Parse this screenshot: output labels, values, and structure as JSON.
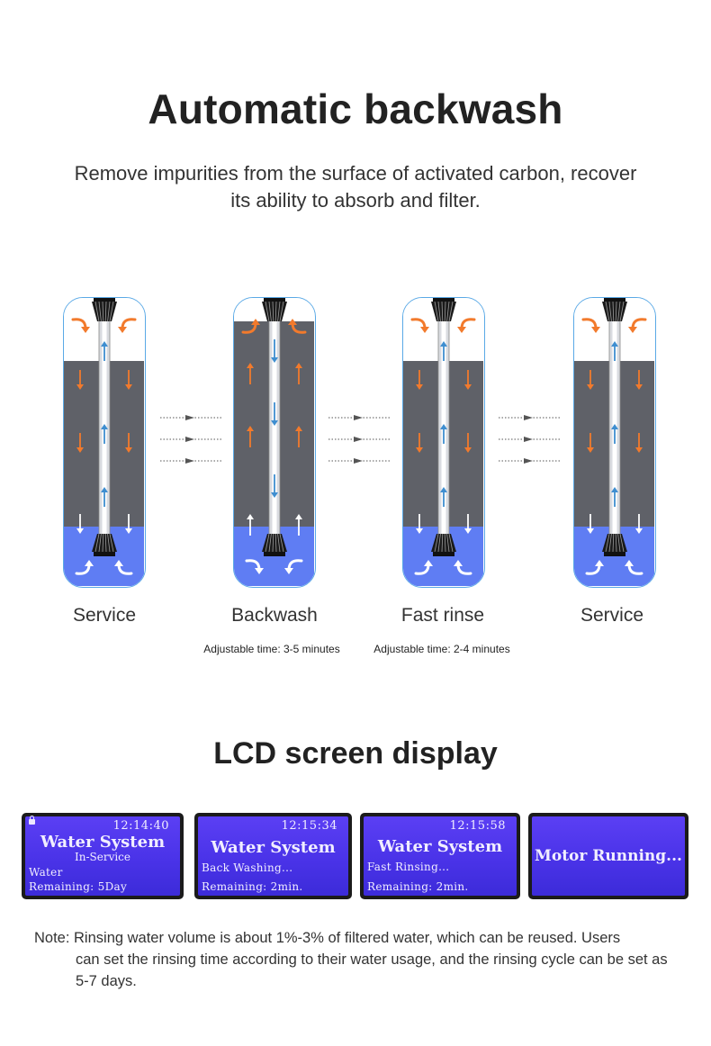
{
  "header": {
    "title": "Automatic backwash",
    "subtitle_line1": "Remove impurities from the surface of activated carbon, recover",
    "subtitle_line2": "its ability to absorb and filter."
  },
  "stages": [
    {
      "label": "Service",
      "mode": "service",
      "adjustable": ""
    },
    {
      "label": "Backwash",
      "mode": "backwash",
      "adjustable": "Adjustable time: 3-5 minutes"
    },
    {
      "label": "Fast rinse",
      "mode": "rinse",
      "adjustable": "Adjustable time: 2-4 minutes"
    },
    {
      "label": "Service",
      "mode": "service",
      "adjustable": ""
    }
  ],
  "colors": {
    "tank_border": "#5aa9e6",
    "carbon": "#5f6168",
    "water": "#5f7df3",
    "orange_arrow": "#f27a2c",
    "blue_arrow": "#3f8ed0",
    "lcd_bg": "#4a33e8"
  },
  "lcd_section": {
    "title": "LCD screen display",
    "screens": [
      {
        "time": "12:14:40",
        "heading": "Water System",
        "sub": "In-Service",
        "line1": "Water",
        "line2": "Remaining: 5Day",
        "lock_icon": "lock-icon"
      },
      {
        "time": "12:15:34",
        "heading": "Water System",
        "line1": "Back Washing...",
        "line2": "Remaining: 2min."
      },
      {
        "time": "12:15:58",
        "heading": "Water System",
        "line1": "Fast Rinsing...",
        "line2": "Remaining: 2min."
      },
      {
        "heading": "Motor Running..."
      }
    ]
  },
  "note": {
    "first_line": "Note: Rinsing water volume is about 1%-3% of filtered water, which can be reused. Users",
    "rest": "can set the rinsing time according to their water usage, and the rinsing cycle can be set as 5-7 days."
  }
}
